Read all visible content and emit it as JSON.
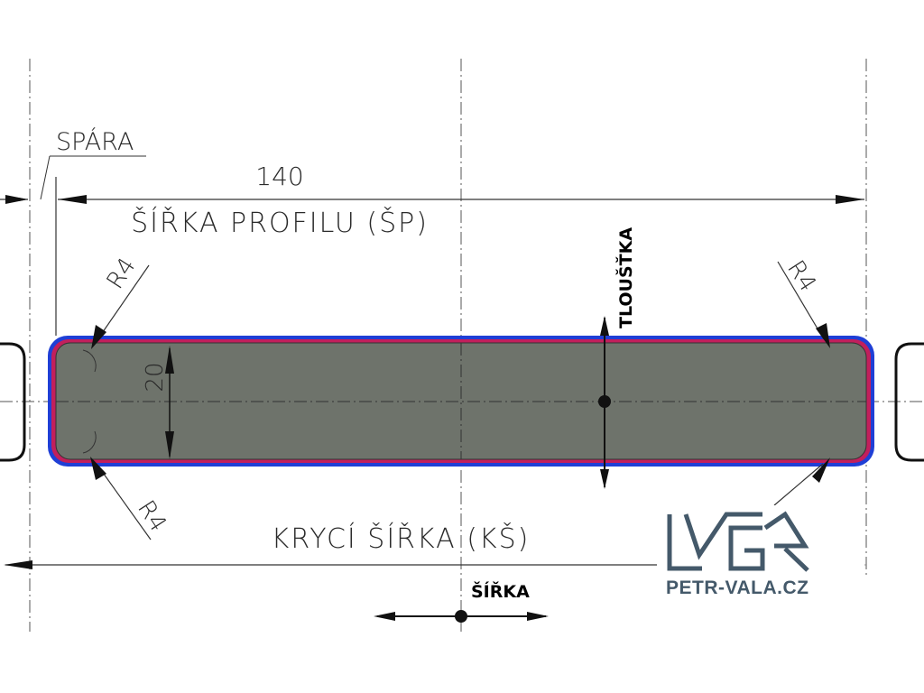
{
  "diagram": {
    "labels": {
      "gap": "SPÁRA",
      "profile_width_value": "140",
      "profile_width": "ŠÍŘKA PROFILU (ŠP)",
      "thickness": "TLOUŠŤKA",
      "thickness_value": "20",
      "radius_top_left": "R4",
      "radius_top_right": "R4",
      "radius_bottom_left": "R4",
      "cover_width": "KRYCÍ ŠÍŘKA (KŠ)",
      "width": "ŠÍŘKA"
    },
    "colors": {
      "board_fill": "#6e736b",
      "outer_contour": "#1f3fd6",
      "inner_contour": "#c21f5c",
      "line": "#333333"
    }
  },
  "logo": {
    "text": "PETR-VALA.CZ",
    "color": "#44596a"
  }
}
